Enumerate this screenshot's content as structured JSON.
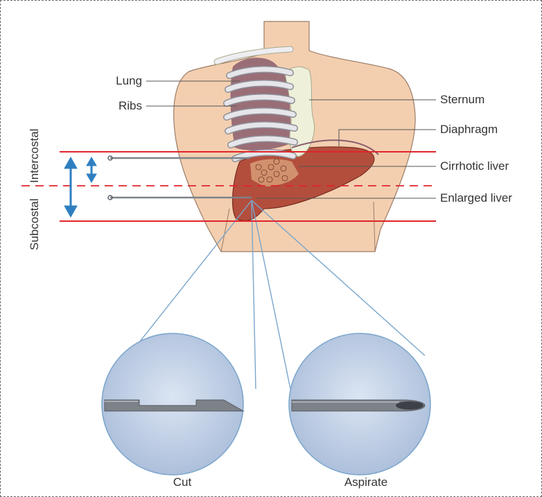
{
  "labels": {
    "lung": "Lung",
    "ribs": "Ribs",
    "sternum": "Sternum",
    "diaphragm": "Diaphragm",
    "cirrhotic_liver": "Cirrhotic liver",
    "enlarged_liver": "Enlarged liver",
    "subcostal": "Subcostal",
    "intercostal": "Intercostal",
    "cut": "Cut",
    "aspirate": "Aspirate"
  },
  "colors": {
    "skin": "#f3cfb0",
    "skin_outline": "#9a7b66",
    "red_line": "#e0242b",
    "blue_arrow": "#2f7fc0",
    "liver": "#b34e3d",
    "lung": "#8a5d6d",
    "rib": "#e6e6ea",
    "sternum": "#eef0da",
    "circle_fill": "#c9d6ea",
    "zoom_line": "#7aa6cc",
    "needle": "#7d8289"
  },
  "icons": [
    "vertical-double-arrow-icon",
    "needle-icon"
  ]
}
